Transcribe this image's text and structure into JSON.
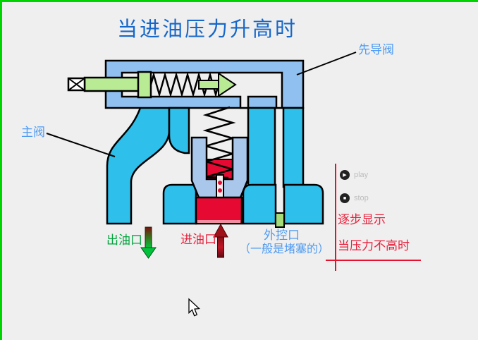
{
  "title": "当进油压力升高时",
  "diagram": {
    "labels": {
      "pilot_valve": "先导阀",
      "main_valve": "主阀",
      "outlet_port": "出油口",
      "inlet_port": "进油口",
      "control_port": "外控口",
      "control_port_note": "（一般是堵塞的）"
    }
  },
  "controls": {
    "play_label": "play",
    "stop_label": "stop"
  },
  "annotations": {
    "step_display": "逐步显示",
    "low_pressure": "当压力不高时"
  },
  "colors": {
    "background": "#efefef",
    "frame_border_green": "#00d400",
    "housing_light_blue": "#90c0ef",
    "spool_light_blue": "#a9c7ea",
    "channel_cyan": "#2fbfeb",
    "pressure_red": "#e60a32",
    "component_green": "#b9eb94",
    "plug_green": "#a5dc78",
    "title_blue": "#1767c9",
    "label_blue": "#4e9bf2",
    "label_green": "#00a33c",
    "label_red": "#e8203c",
    "guide_line_red": "#e8112d"
  }
}
